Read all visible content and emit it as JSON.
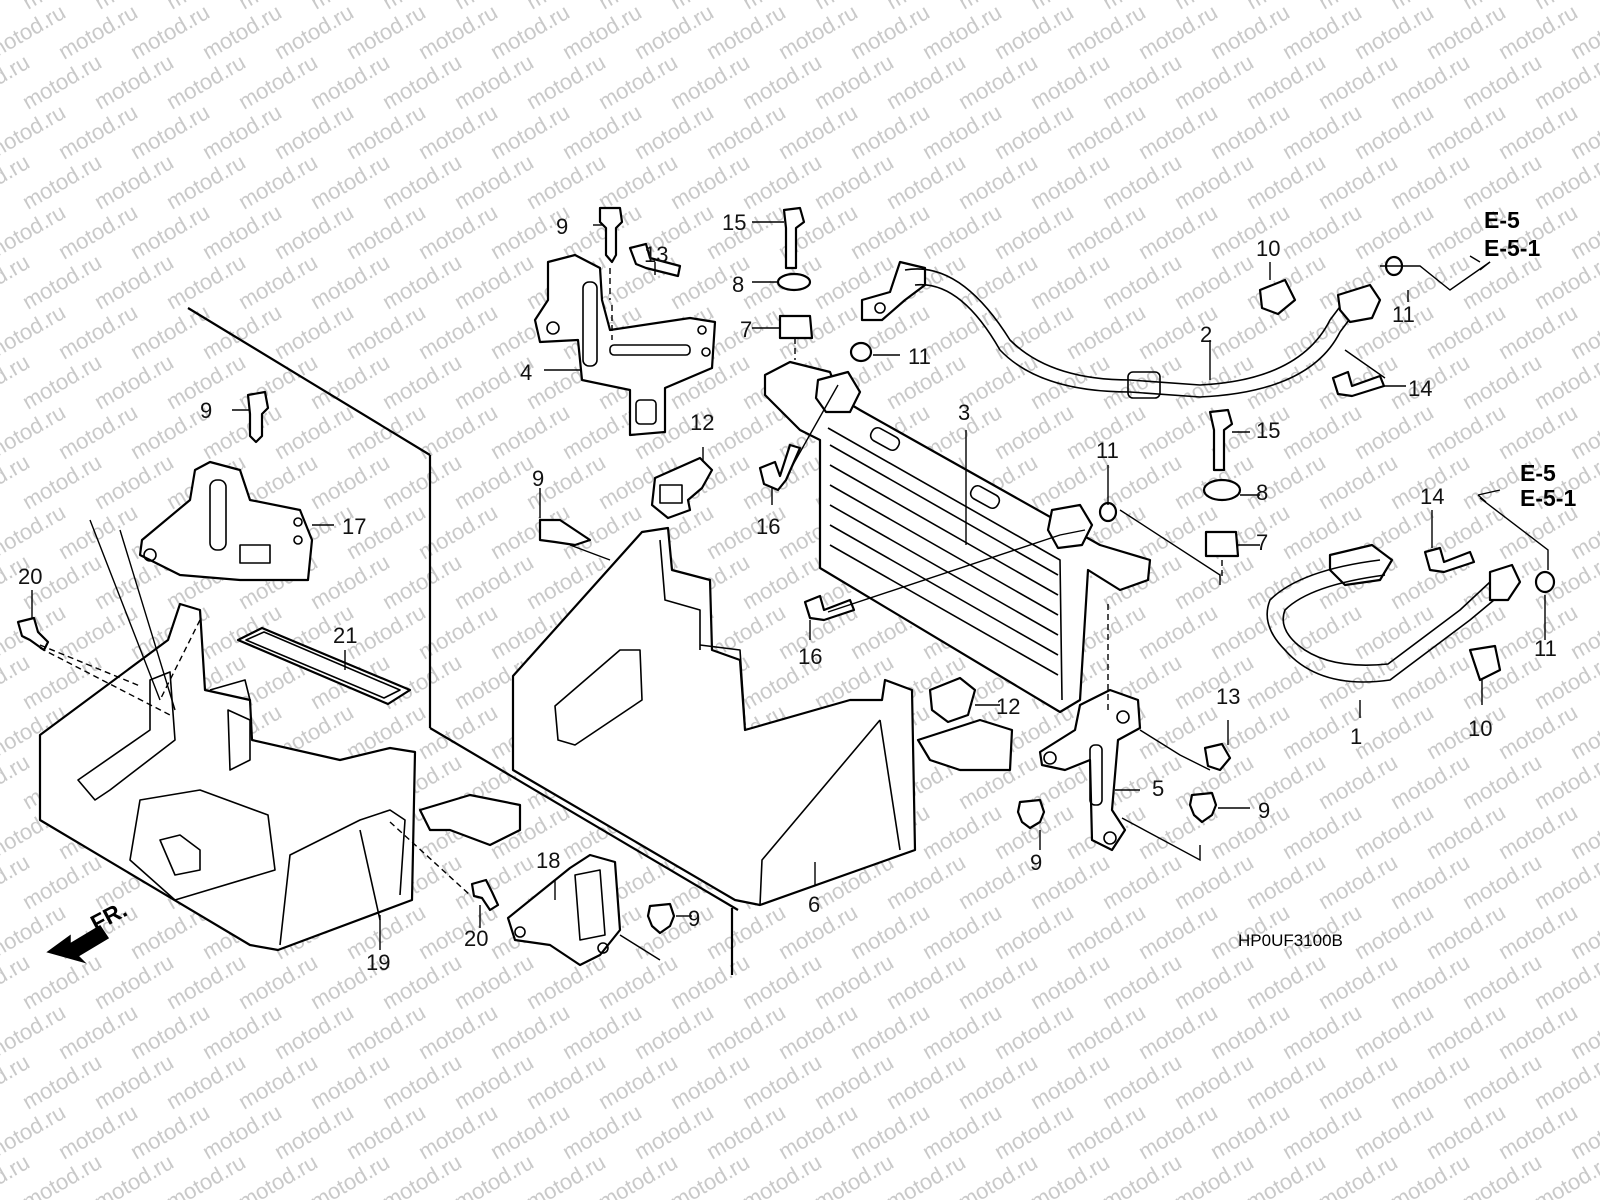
{
  "watermark": {
    "text": "motod.ru",
    "color": "#c9c9c9"
  },
  "diagram_code": "HP0UF3100B",
  "front_marker": "FR.",
  "references": [
    {
      "line1": "E-5",
      "line2": "E-5-1"
    },
    {
      "line1": "E-5",
      "line2": "E-5-1"
    }
  ],
  "callouts": [
    "9",
    "15",
    "13",
    "8",
    "7",
    "4",
    "11",
    "10",
    "2",
    "11",
    "14",
    "9",
    "17",
    "12",
    "3",
    "16",
    "15",
    "11",
    "8",
    "7",
    "9",
    "20",
    "21",
    "16",
    "14",
    "12",
    "1",
    "13",
    "11",
    "10",
    "5",
    "9",
    "9",
    "6",
    "18",
    "9",
    "20",
    "19"
  ]
}
